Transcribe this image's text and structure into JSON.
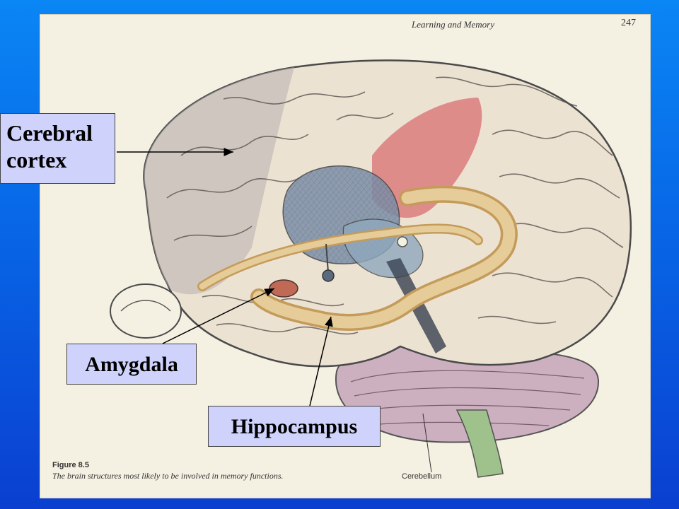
{
  "page": {
    "running_head": "Learning and Memory",
    "page_number": "247",
    "figure_label": "Figure 8.5",
    "figure_caption": "The brain structures most likely to be involved in memory functions.",
    "cerebellum_label": "Cerebellum"
  },
  "callouts": {
    "cerebral_cortex_line1": "Cerebral",
    "cerebral_cortex_line2": "cortex",
    "amygdala": "Amygdala",
    "hippocampus": "Hippocampus"
  },
  "colors": {
    "slide_background": "#0866e6",
    "callout_fill": "#cfd2fb",
    "page_paper": "#f4f0e2",
    "cortex_tissue": "#ece2d2",
    "highlight_red": "#d9686a",
    "hippocampus_tan": "#dcc08a",
    "thalamus_blue": "#7d8fa8",
    "cerebellum_mauve": "#c7a9b8"
  }
}
